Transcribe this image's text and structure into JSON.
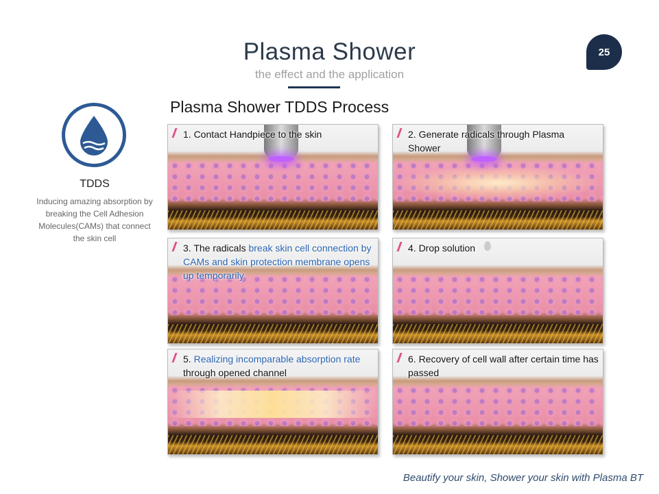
{
  "header": {
    "title": "Plasma Shower",
    "subtitle": "the effect and the application",
    "page_number": "25"
  },
  "section_title": "Plasma Shower TDDS Process",
  "tdds": {
    "icon": "water-drop-icon",
    "label": "TDDS",
    "description": "Inducing amazing absorption by breaking the Cell Adhesion Molecules(CAMs) that connect the skin cell"
  },
  "steps": [
    {
      "plain": "1. Contact Handpiece to the skin"
    },
    {
      "plain": "2. Generate radicals through Plasma Shower"
    },
    {
      "plain_a": "3. The radicals ",
      "highlight": "break skin cell connection by CAMs and skin protection membrane opens up temporarily"
    },
    {
      "plain": "4. Drop solution"
    },
    {
      "plain_a": "5. ",
      "highlight": "Realizing incomparable absorption rate",
      "plain_b": " through opened channel"
    },
    {
      "plain": "6. Recovery of cell wall after certain time has passed"
    }
  ],
  "footer": "Beautify your skin, Shower your skin with Plasma BT",
  "colors": {
    "accent": "#1c2e4a",
    "highlight": "#2a63b0",
    "tdds_ring": "#2d5a94"
  }
}
